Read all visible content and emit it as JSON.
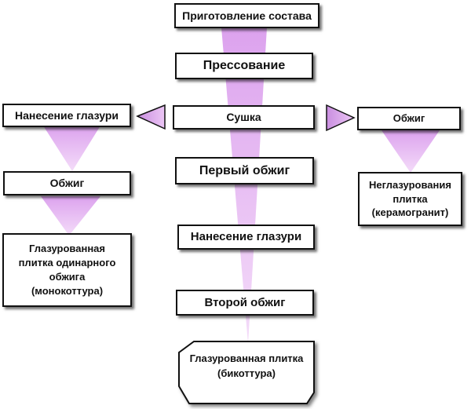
{
  "colors": {
    "funnel_fill": "#e6b3f2",
    "box_border": "#111111",
    "box_fill": "#ffffff",
    "text": "#111111"
  },
  "center": {
    "step1": "Приготовление состава",
    "step2": "Прессование",
    "step3": "Сушка",
    "step4": "Первый обжиг",
    "step5": "Нанесение глазури",
    "step6": "Второй обжиг",
    "result": [
      "Глазурованная плитка",
      "(бикоттура)"
    ]
  },
  "left": {
    "step1": "Нанесение глазури",
    "step2": "Обжиг",
    "result": [
      "Глазурованная",
      "плитка одинарного",
      "обжига",
      "(монокоттура)"
    ]
  },
  "right": {
    "step1": "Обжиг",
    "result": [
      "Неглазурования",
      "плитка",
      "(керамогранит)"
    ]
  }
}
